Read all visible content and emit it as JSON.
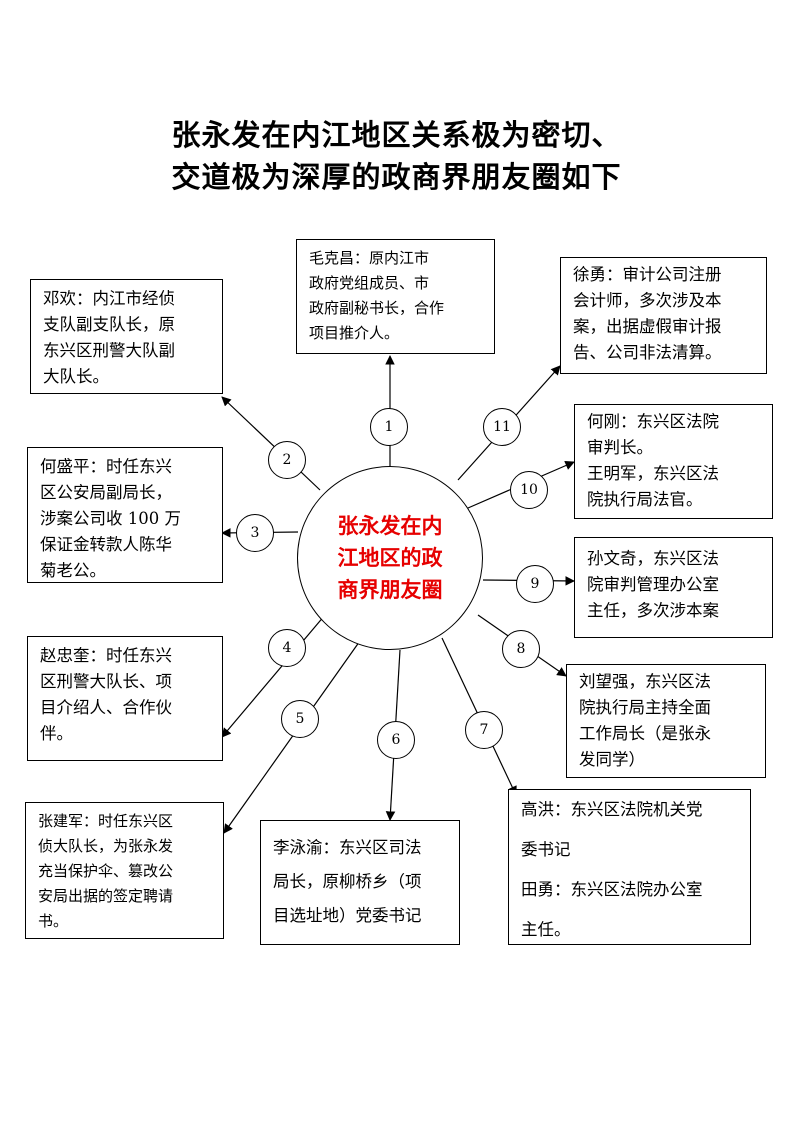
{
  "title": {
    "line1": "张永发在内江地区关系极为密切、",
    "line2": "交道极为深厚的政商界朋友圈如下"
  },
  "center": {
    "lines": [
      "张永发在内",
      "江地区的政",
      "商界朋友圈"
    ],
    "color": "#e60000"
  },
  "nodes": [
    {
      "num": "1",
      "lines": [
        "毛克昌：原内江市",
        "政府党组成员、市",
        "政府副秘书长，合作",
        "项目推介人。"
      ]
    },
    {
      "num": "2",
      "lines": [
        "邓欢：内江市经侦",
        "支队副支队长，原",
        "东兴区刑警大队副",
        "大队长。"
      ]
    },
    {
      "num": "3",
      "lines": [
        "何盛平：时任东兴",
        "区公安局副局长，",
        "涉案公司收 100 万",
        "保证金转款人陈华",
        "菊老公。"
      ]
    },
    {
      "num": "4",
      "lines": [
        "赵忠奎：时任东兴",
        "区刑警大队长、项",
        "目介绍人、合作伙",
        "伴。"
      ]
    },
    {
      "num": "5",
      "lines": [
        "张建军：时任东兴区",
        "侦大队长，为张永发",
        "充当保护伞、篡改公",
        "安局出据的签定聘请",
        "书。"
      ]
    },
    {
      "num": "6",
      "lines": [
        "李泳渝：东兴区司法",
        "局长，原柳桥乡（项",
        "目选址地）党委书记"
      ]
    },
    {
      "num": "7",
      "lines": [
        "高洪：东兴区法院机关党",
        "委书记",
        "田勇：东兴区法院办公室",
        "主任。"
      ]
    },
    {
      "num": "8",
      "lines": [
        "刘望强，东兴区法",
        "院执行局主持全面",
        "工作局长（是张永",
        "发同学）"
      ]
    },
    {
      "num": "9",
      "lines": [
        "孙文奇，东兴区法",
        "院审判管理办公室",
        "主任，多次涉本案"
      ]
    },
    {
      "num": "10",
      "lines": [
        "何刚：东兴区法院",
        "审判长。",
        "王明军，东兴区法",
        "院执行局法官。"
      ]
    },
    {
      "num": "11",
      "lines": [
        "徐勇：审计公司注册",
        "会计师，多次涉及本",
        "案，出据虚假审计报",
        "告、公司非法清算。"
      ]
    }
  ]
}
